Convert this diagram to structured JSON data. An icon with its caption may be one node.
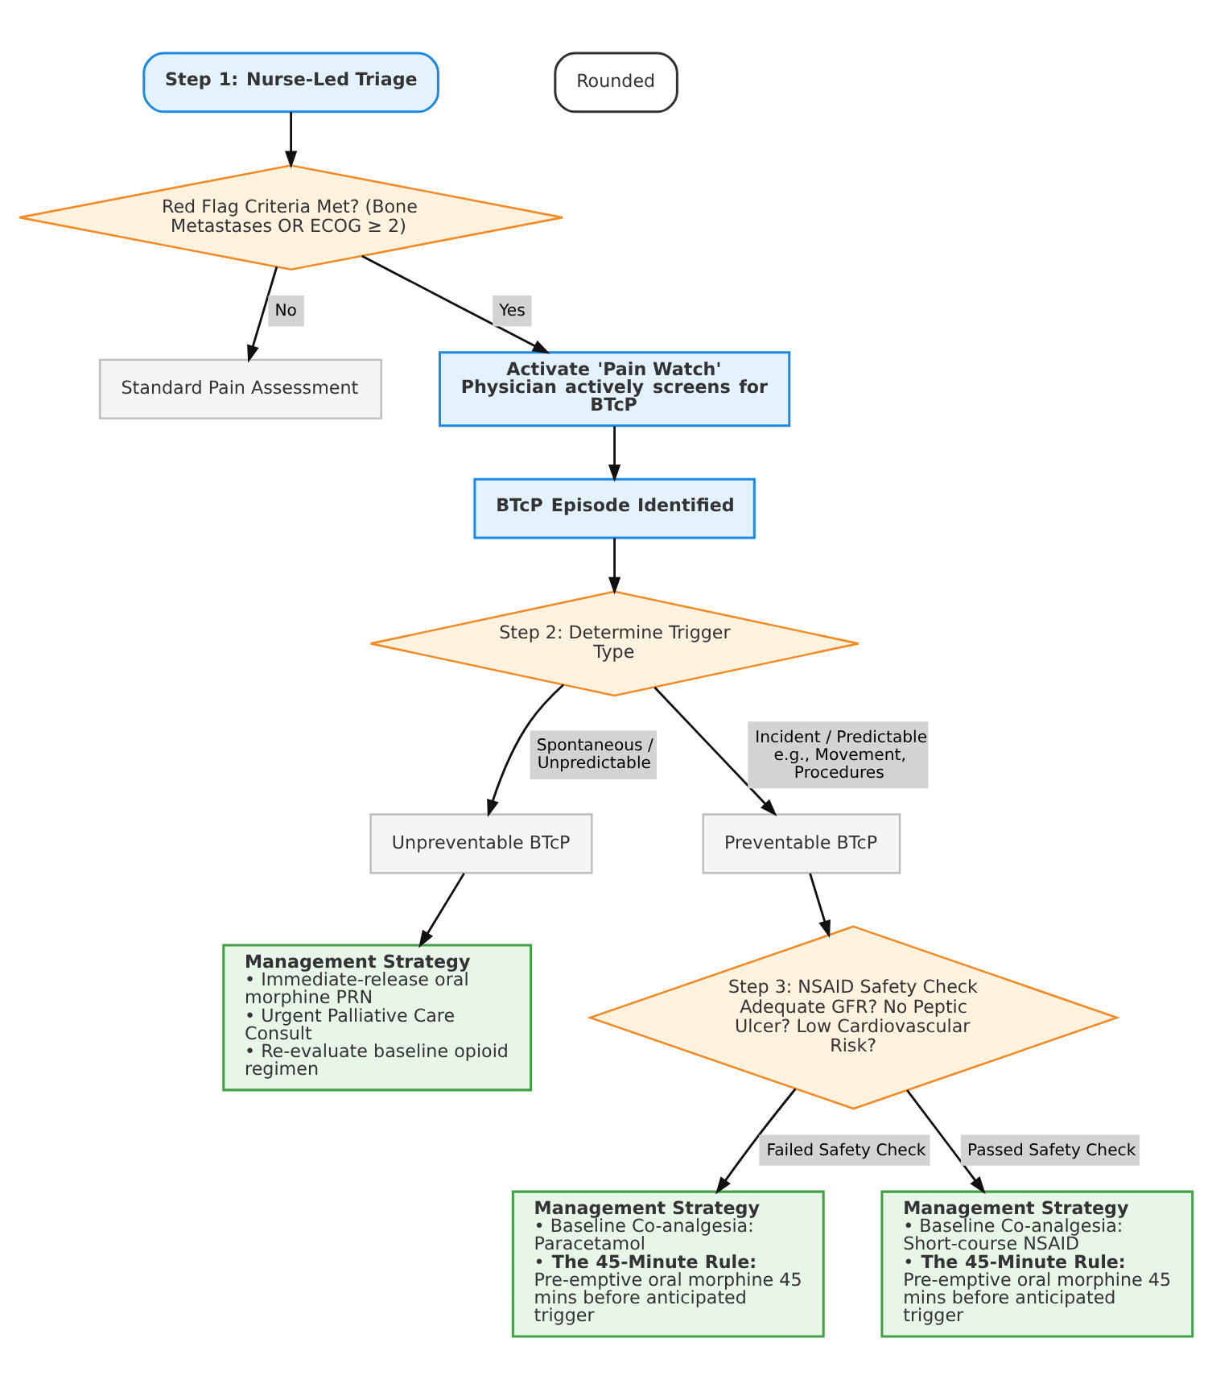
{
  "diagram": {
    "nodes": [
      {
        "text": [
          "Step 1: Nurse-Led Triage"
        ]
      },
      {
        "text": [
          "Rounded"
        ]
      },
      {
        "text": [
          "Red Flag Criteria Met? (Bone Metastases OR ECOG ≥ 2)"
        ]
      },
      {
        "text": [
          "Standard Pain Assessment"
        ]
      },
      {
        "text": [
          "Activate 'Pain Watch' Physician actively screens for BTcP"
        ]
      },
      {
        "text": [
          "BTcP Episode Identified"
        ]
      },
      {
        "text": [
          "Step 2: Determine Trigger Type"
        ]
      },
      {
        "text": [
          "Unpreventable BTcP"
        ]
      },
      {
        "text": [
          "Preventable BTcP"
        ]
      },
      {
        "text": [
          "Management Strategy",
          "• Immediate-release oral morphine PRN",
          "• Urgent Palliative Care Consult",
          "• Re-evaluate baseline opioid regimen"
        ]
      },
      {
        "text": [
          "Step 3: NSAID Safety Check Adequate GFR? No Peptic Ulcer? Low Cardiovascular Risk?"
        ]
      },
      {
        "text": [
          "Management Strategy",
          "• Baseline Co-analgesia: Paracetamol",
          "• **The 45-Minute Rule:** Pre-emptive oral morphine 45 mins before anticipated trigger"
        ]
      },
      {
        "text": [
          "Management Strategy",
          "• Baseline Co-analgesia: Short-course NSAID",
          "• **The 45-Minute Rule:** Pre-emptive oral morphine 45 mins before anticipated trigger"
        ]
      }
    ],
    "edges": [
      {
        "from": 0,
        "to": 2,
        "arrow": "to"
      },
      {
        "from": 2,
        "to": 3,
        "arrow": "to",
        "label": "No"
      },
      {
        "from": 2,
        "to": 4,
        "arrow": "to",
        "label": "Yes"
      },
      {
        "from": 4,
        "to": 5,
        "arrow": "to"
      },
      {
        "from": 5,
        "to": 6,
        "arrow": "to"
      },
      {
        "from": 6,
        "to": 7,
        "arrow": "to",
        "label": "Spontaneous / Unpredictable"
      },
      {
        "from": 6,
        "to": 8,
        "arrow": "to",
        "label": "Incident / Predictable e.g., Movement, Procedures"
      },
      {
        "from": 7,
        "to": 9,
        "arrow": "to"
      },
      {
        "from": 8,
        "to": 10,
        "arrow": "to"
      },
      {
        "from": 10,
        "to": 11,
        "arrow": "to",
        "label": "Failed Safety Check"
      },
      {
        "from": 10,
        "to": 12,
        "arrow": "to",
        "label": "Passed Safety Check"
      }
    ]
  }
}
